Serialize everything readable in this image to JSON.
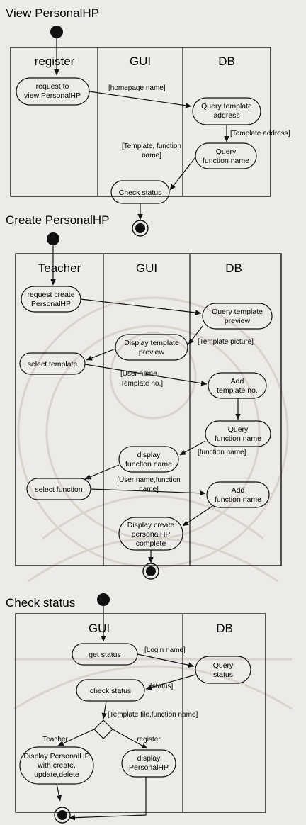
{
  "diagrams": [
    {
      "title": "View PersonalHP",
      "lanes": [
        "register",
        "GUI",
        "DB"
      ],
      "nodes": [
        {
          "id": "d1n1",
          "lines": [
            "request to",
            "view PersonalHP"
          ]
        },
        {
          "id": "d1n2",
          "lines": [
            "Query template",
            "address"
          ]
        },
        {
          "id": "d1n3",
          "lines": [
            "Query",
            "function name"
          ]
        },
        {
          "id": "d1n4",
          "lines": [
            "Check status"
          ]
        }
      ],
      "labels": [
        {
          "id": "d1l1",
          "lines": [
            "[homepage name]"
          ]
        },
        {
          "id": "d1l2",
          "lines": [
            "[Template address]"
          ]
        },
        {
          "id": "d1l3",
          "lines": [
            "[Template, function",
            "name]"
          ]
        }
      ]
    },
    {
      "title": "Create PersonalHP",
      "lanes": [
        "Teacher",
        "GUI",
        "DB"
      ],
      "nodes": [
        {
          "id": "d2n1",
          "lines": [
            "request create",
            "PersonalHP"
          ]
        },
        {
          "id": "d2n2",
          "lines": [
            "Query template",
            "preview"
          ]
        },
        {
          "id": "d2n3",
          "lines": [
            "Display template",
            "preview"
          ]
        },
        {
          "id": "d2n4",
          "lines": [
            "select template"
          ]
        },
        {
          "id": "d2n5",
          "lines": [
            "Add",
            "template no."
          ]
        },
        {
          "id": "d2n6",
          "lines": [
            "Query",
            "function name"
          ]
        },
        {
          "id": "d2n7",
          "lines": [
            "display",
            "function name"
          ]
        },
        {
          "id": "d2n8",
          "lines": [
            "select function"
          ]
        },
        {
          "id": "d2n9",
          "lines": [
            "Add",
            "function name"
          ]
        },
        {
          "id": "d2n10",
          "lines": [
            "Display create",
            "personalHP",
            "complete"
          ]
        }
      ],
      "labels": [
        {
          "id": "d2l1",
          "lines": [
            "[Template picture]"
          ]
        },
        {
          "id": "d2l2",
          "lines": [
            "[User name,",
            "Template no.]"
          ]
        },
        {
          "id": "d2l3",
          "lines": [
            "[function name]"
          ]
        },
        {
          "id": "d2l4",
          "lines": [
            "[User name,function",
            "name]"
          ]
        }
      ]
    },
    {
      "title": "Check status",
      "lanes": [
        "GUI",
        "DB"
      ],
      "nodes": [
        {
          "id": "d3n1",
          "lines": [
            "get status"
          ]
        },
        {
          "id": "d3n2",
          "lines": [
            "Query",
            "status"
          ]
        },
        {
          "id": "d3n3",
          "lines": [
            "check status"
          ]
        },
        {
          "id": "d3n4",
          "lines": [
            "Display PersonalHP",
            "with create,",
            "update,delete"
          ]
        },
        {
          "id": "d3n5",
          "lines": [
            "display",
            "PersonalHP"
          ]
        }
      ],
      "labels": [
        {
          "id": "d3l1",
          "lines": [
            "[Login name]"
          ]
        },
        {
          "id": "d3l2",
          "lines": [
            "[status]"
          ]
        },
        {
          "id": "d3l3",
          "lines": [
            "[Template file,function name]"
          ]
        },
        {
          "id": "d3l4",
          "lines": [
            "Teacher"
          ]
        },
        {
          "id": "d3l5",
          "lines": [
            "register"
          ]
        }
      ]
    }
  ],
  "colors": {
    "ink": "#111111",
    "paper": "#ecebe8",
    "watermark": "#d6d2c9"
  }
}
